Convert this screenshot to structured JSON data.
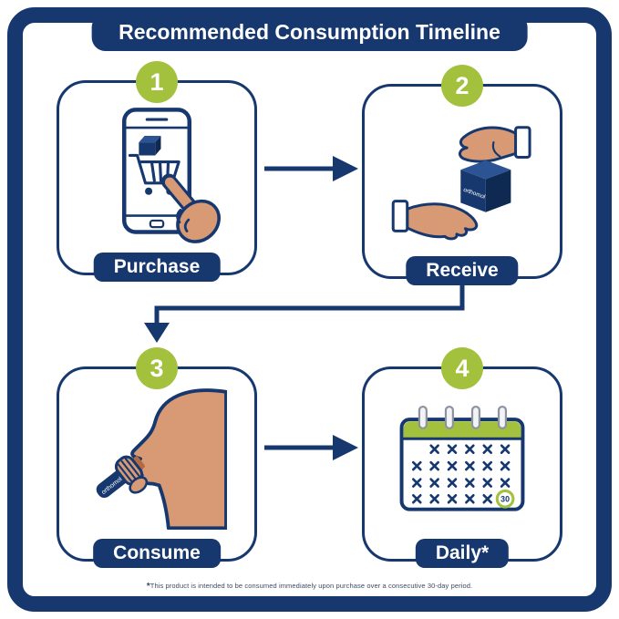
{
  "title": "Recommended Consumption Timeline",
  "steps": [
    {
      "number": "1",
      "label": "Purchase"
    },
    {
      "number": "2",
      "label": "Receive"
    },
    {
      "number": "3",
      "label": "Consume"
    },
    {
      "number": "4",
      "label": "Daily*"
    }
  ],
  "brand": "orthomol",
  "calendar": {
    "last_day": "30"
  },
  "footnote": {
    "mark": "*",
    "text": "This product is intended to be consumed immediately upon purchase over a consecutive 30-day period."
  },
  "colors": {
    "navy": "#16386f",
    "green": "#a3c13d",
    "skin": "#d89a75",
    "box_top": "#2c5494",
    "box_side": "#0e2a52",
    "cap_brown": "#b56a3f"
  }
}
